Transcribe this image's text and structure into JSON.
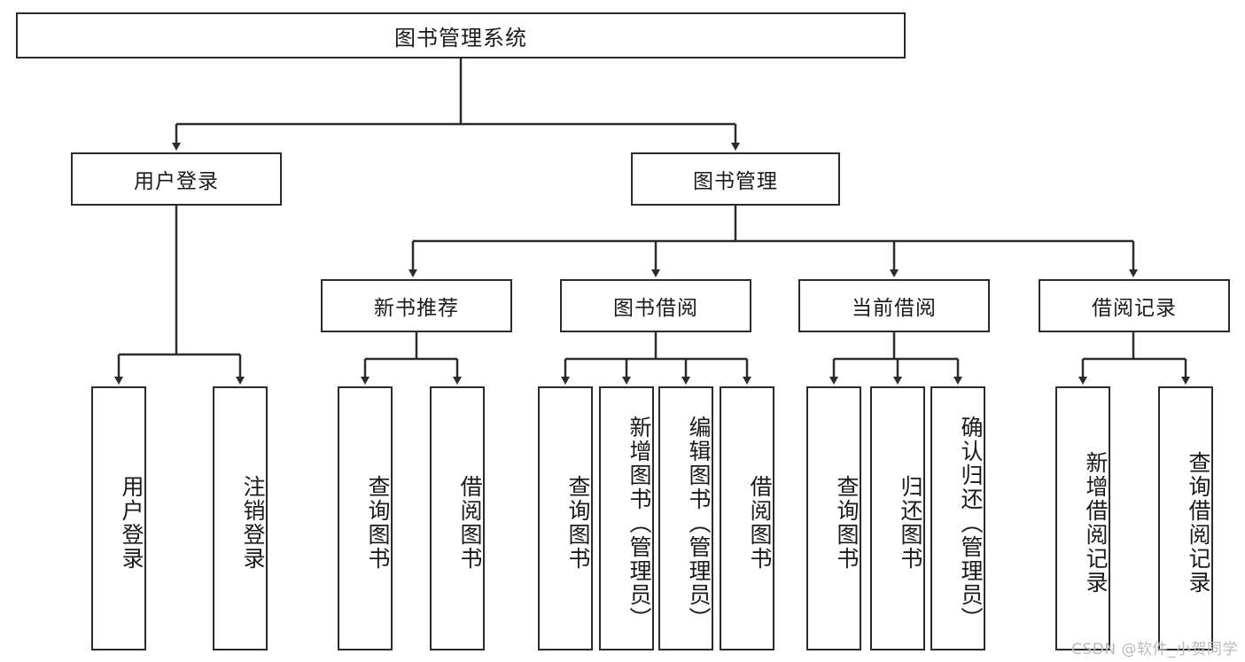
{
  "diagram": {
    "type": "tree",
    "title": "图书管理系统",
    "watermark": "CSDN @软件_小贺同学",
    "colors": {
      "background": "#ffffff",
      "node_border": "#2b2b2b",
      "node_fill": "#ffffff",
      "edge": "#2b2b2b",
      "text": "#1a1a1a",
      "watermark": "#b9b9b9"
    },
    "nodes": {
      "root": {
        "label": "图书管理系统",
        "level": 1,
        "orientation": "horizontal"
      },
      "user_login": {
        "label": "用户登录",
        "level": 2,
        "orientation": "horizontal"
      },
      "book_manage": {
        "label": "图书管理",
        "level": 2,
        "orientation": "horizontal"
      },
      "new_book_rec": {
        "label": "新书推荐",
        "level": 3,
        "orientation": "horizontal"
      },
      "book_borrow": {
        "label": "图书借阅",
        "level": 3,
        "orientation": "horizontal"
      },
      "current_borrow": {
        "label": "当前借阅",
        "level": 3,
        "orientation": "horizontal"
      },
      "borrow_record": {
        "label": "借阅记录",
        "level": 3,
        "orientation": "horizontal"
      },
      "leaf_user_login": {
        "label": "用户登录",
        "level": 4,
        "orientation": "vertical"
      },
      "leaf_logout": {
        "label": "注销登录",
        "level": 4,
        "orientation": "vertical"
      },
      "leaf_query_book_1": {
        "label": "查询图书",
        "level": 4,
        "orientation": "vertical"
      },
      "leaf_borrow_book_1": {
        "label": "借阅图书",
        "level": 4,
        "orientation": "vertical"
      },
      "leaf_query_book_2": {
        "label": "查询图书",
        "level": 4,
        "orientation": "vertical"
      },
      "leaf_add_book": {
        "label": "新增图书（管理员）",
        "level": 4,
        "orientation": "vertical"
      },
      "leaf_edit_book": {
        "label": "编辑图书（管理员）",
        "level": 4,
        "orientation": "vertical"
      },
      "leaf_borrow_book_2": {
        "label": "借阅图书",
        "level": 4,
        "orientation": "vertical"
      },
      "leaf_query_book_3": {
        "label": "查询图书",
        "level": 4,
        "orientation": "vertical"
      },
      "leaf_return_book": {
        "label": "归还图书",
        "level": 4,
        "orientation": "vertical"
      },
      "leaf_confirm_return": {
        "label": "确认归还（管理员）",
        "level": 4,
        "orientation": "vertical"
      },
      "leaf_add_record": {
        "label": "新增借阅记录",
        "level": 4,
        "orientation": "vertical"
      },
      "leaf_query_record": {
        "label": "查询借阅记录",
        "level": 4,
        "orientation": "vertical"
      }
    },
    "edges": [
      {
        "from": "root",
        "to": "user_login"
      },
      {
        "from": "root",
        "to": "book_manage"
      },
      {
        "from": "user_login",
        "to": "leaf_user_login"
      },
      {
        "from": "user_login",
        "to": "leaf_logout"
      },
      {
        "from": "book_manage",
        "to": "new_book_rec"
      },
      {
        "from": "book_manage",
        "to": "book_borrow"
      },
      {
        "from": "book_manage",
        "to": "current_borrow"
      },
      {
        "from": "book_manage",
        "to": "borrow_record"
      },
      {
        "from": "new_book_rec",
        "to": "leaf_query_book_1"
      },
      {
        "from": "new_book_rec",
        "to": "leaf_borrow_book_1"
      },
      {
        "from": "book_borrow",
        "to": "leaf_query_book_2"
      },
      {
        "from": "book_borrow",
        "to": "leaf_add_book"
      },
      {
        "from": "book_borrow",
        "to": "leaf_edit_book"
      },
      {
        "from": "book_borrow",
        "to": "leaf_borrow_book_2"
      },
      {
        "from": "current_borrow",
        "to": "leaf_query_book_3"
      },
      {
        "from": "current_borrow",
        "to": "leaf_return_book"
      },
      {
        "from": "current_borrow",
        "to": "leaf_confirm_return"
      },
      {
        "from": "borrow_record",
        "to": "leaf_add_record"
      },
      {
        "from": "borrow_record",
        "to": "leaf_query_record"
      }
    ]
  }
}
